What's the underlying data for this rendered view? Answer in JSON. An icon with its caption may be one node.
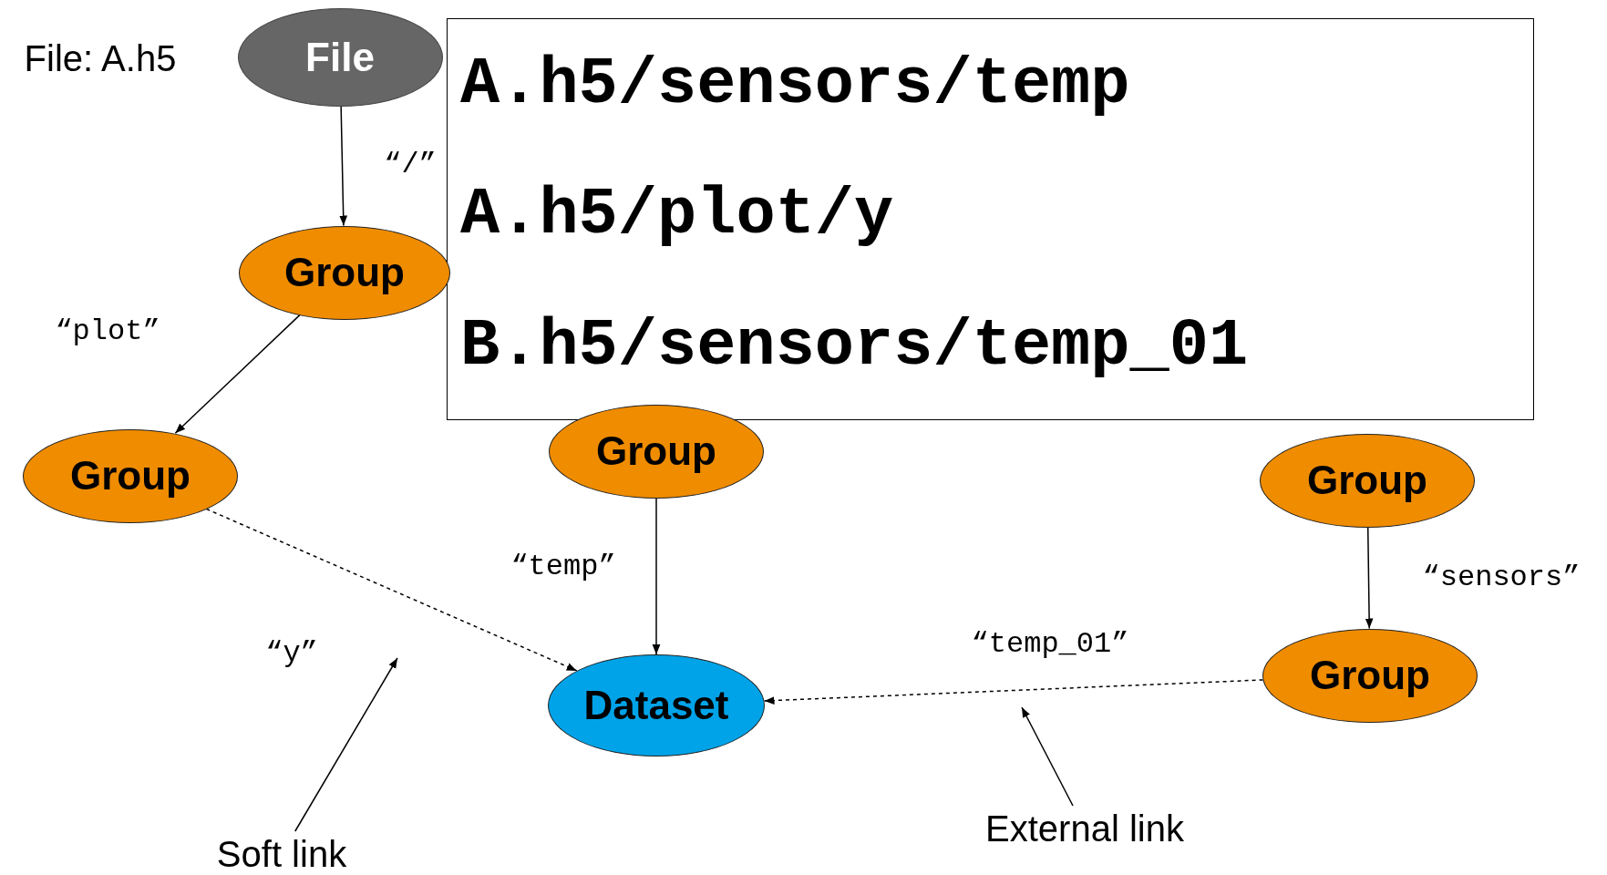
{
  "diagram": {
    "nodes": [
      {
        "text": [
          "File"
        ],
        "beside": [
          "File: A.h5"
        ]
      },
      {
        "text": [
          "A.h5/sensors/temp",
          "A.h5/plot/y",
          "B.h5/sensors/temp_01"
        ]
      },
      {
        "text": [
          "Group"
        ]
      },
      {
        "text": [
          "Group"
        ]
      },
      {
        "text": [
          "Group"
        ]
      },
      {
        "text": [
          "Group"
        ]
      },
      {
        "text": [
          "Dataset"
        ]
      },
      {
        "text": [
          "Group"
        ]
      },
      {
        "text": [
          "Soft link"
        ]
      },
      {
        "text": [
          "External link"
        ]
      }
    ],
    "edges": [
      {
        "from": 0,
        "to": 2,
        "arrow": "to",
        "label": "“/”"
      },
      {
        "from": 2,
        "to": 3,
        "arrow": "to",
        "label": "“plot”"
      },
      {
        "from": 4,
        "to": 6,
        "arrow": "to",
        "label": "“temp”"
      },
      {
        "from": 3,
        "to": 6,
        "arrow": "to",
        "label": "“y”",
        "style": "dashed"
      },
      {
        "from": 5,
        "to": 7,
        "arrow": "to",
        "label": "“sensors”"
      },
      {
        "from": 7,
        "to": 6,
        "arrow": "to",
        "label": "“temp_01”",
        "style": "dashed"
      },
      {
        "from": 8,
        "to": null,
        "arrow": "to"
      },
      {
        "from": 9,
        "to": null,
        "arrow": "to"
      }
    ]
  }
}
